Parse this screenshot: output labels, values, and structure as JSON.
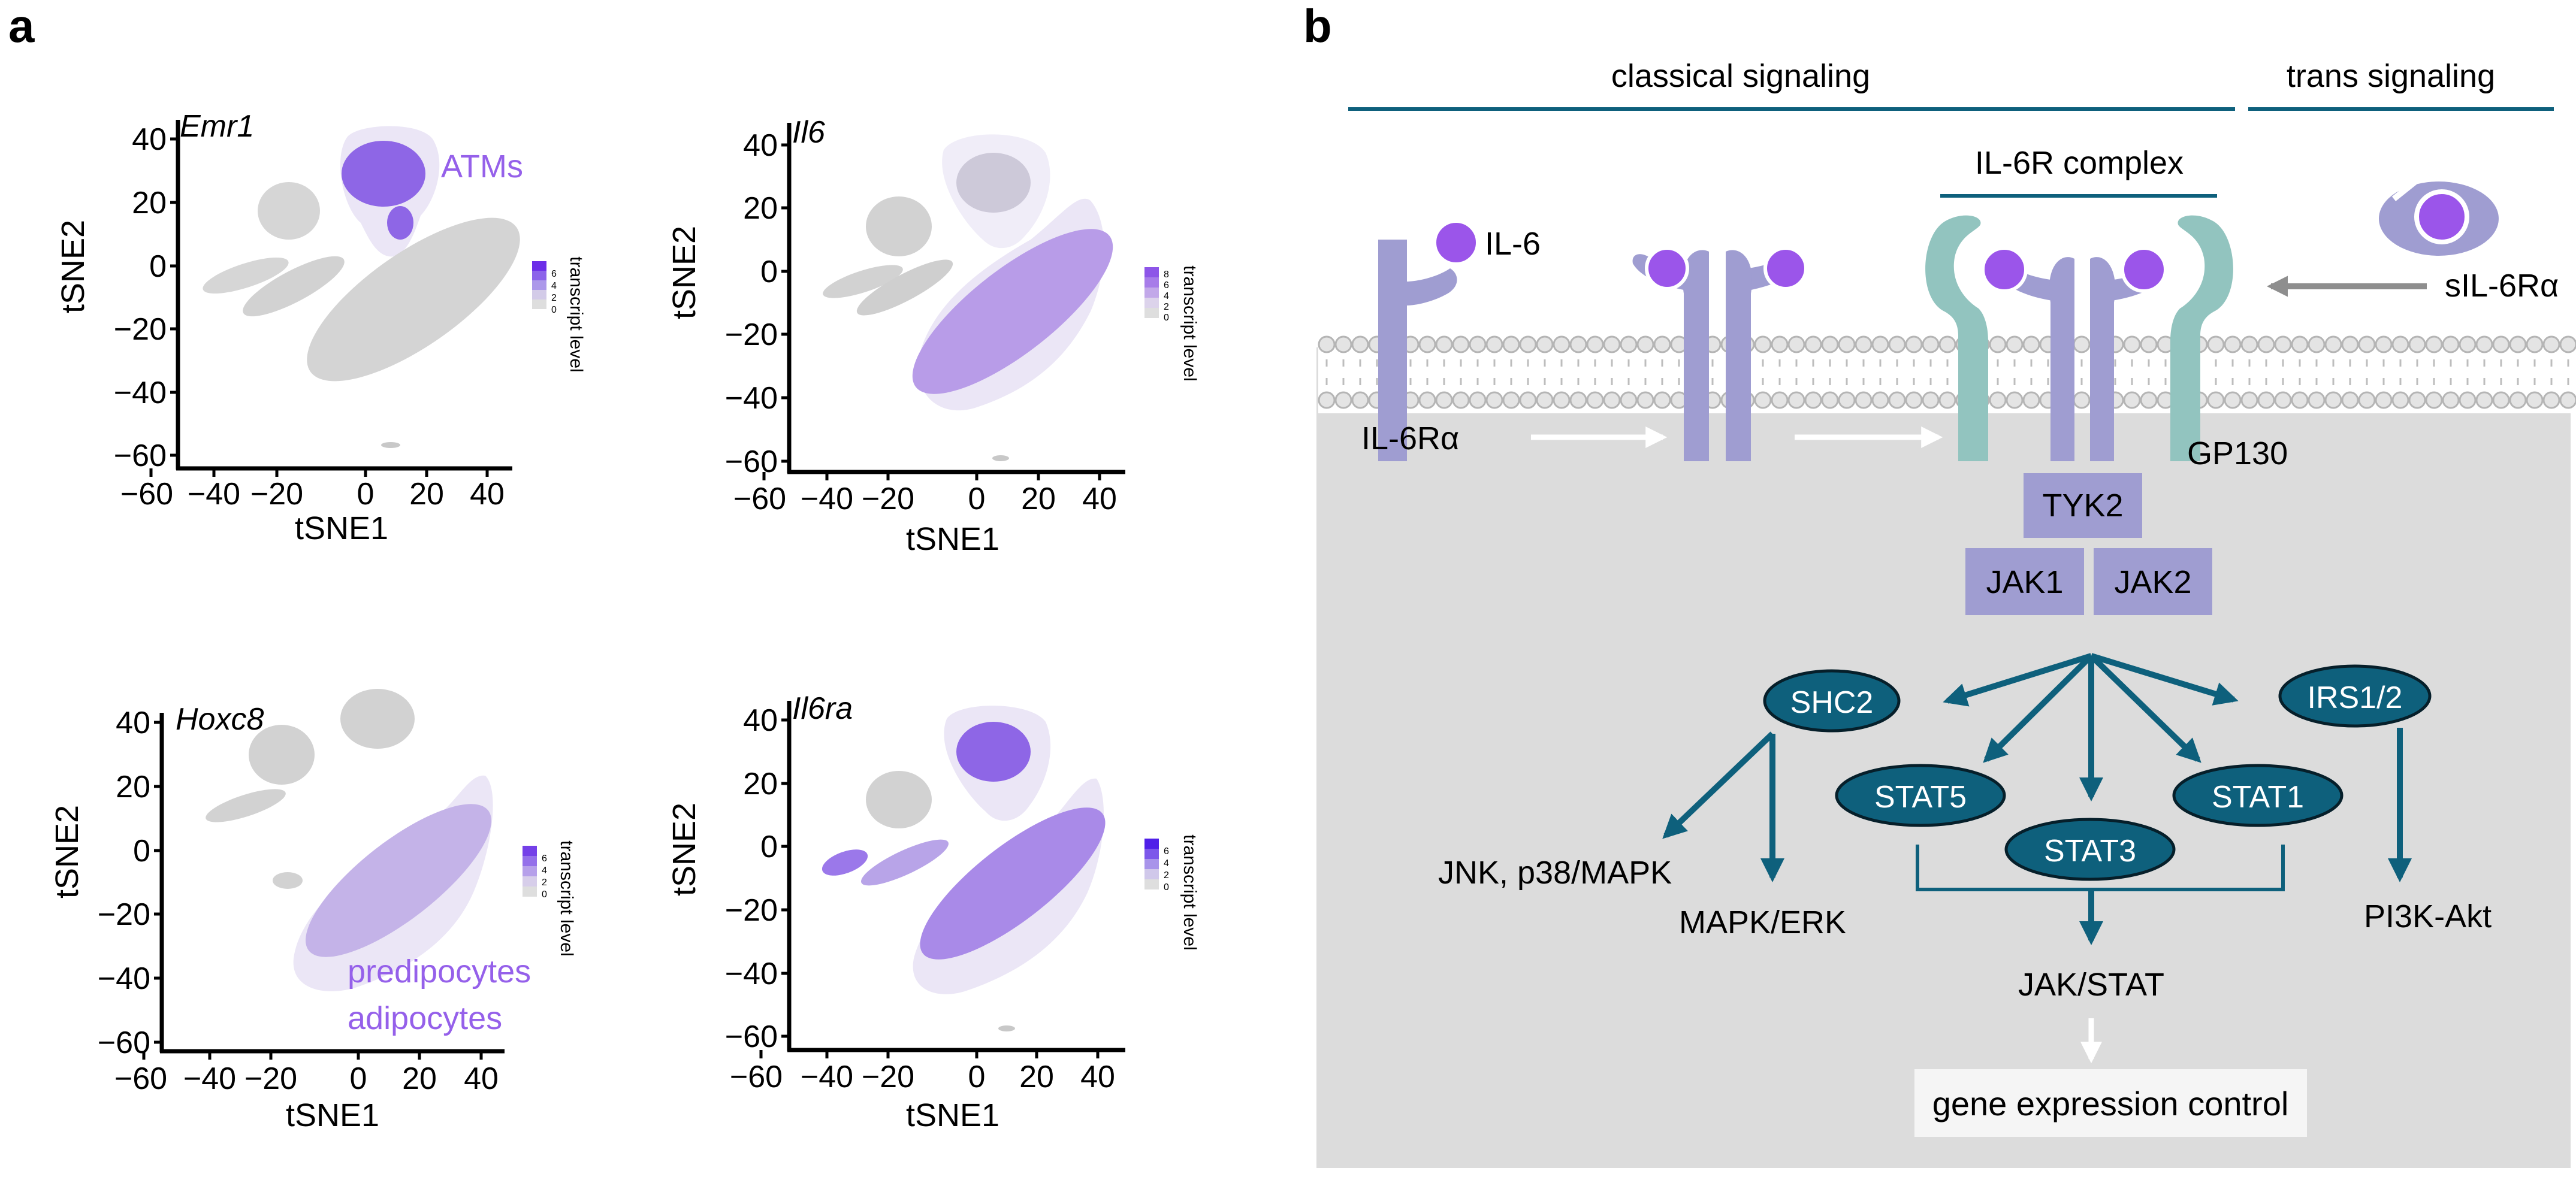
{
  "panel_a": {
    "label": "a",
    "axis_x_label": "tSNE1",
    "axis_y_label": "tSNE2",
    "x_ticks": [
      "−60",
      "−40",
      "−20",
      "0",
      "20",
      "40"
    ],
    "y_ticks": [
      "40",
      "20",
      "0",
      "−20",
      "−40",
      "−60"
    ],
    "legend_title": "transcript level",
    "plots": [
      {
        "gene": "Emr1",
        "highlight": "ATMs",
        "legend_ticks": [
          "6",
          "4",
          "2",
          "0"
        ],
        "colorbar": [
          "#6c2ee8",
          "#8c63ea",
          "#ac98ea",
          "#d3cbe8",
          "#dedede"
        ]
      },
      {
        "gene": "Il6",
        "highlight": "",
        "legend_ticks": [
          "8",
          "6",
          "4",
          "2",
          "0"
        ],
        "colorbar": [
          "#8d55e8",
          "#a77ce9",
          "#c2a8e9",
          "#dcd3eb",
          "#dedede"
        ]
      },
      {
        "gene": "Hoxc8",
        "highlight_1": "predipocytes",
        "highlight_2": "adipocytes",
        "legend_ticks": [
          "6",
          "4",
          "2",
          "0"
        ],
        "colorbar": [
          "#7440e8",
          "#9470ea",
          "#b6a0ea",
          "#d7ceea",
          "#dedede"
        ]
      },
      {
        "gene": "Il6ra",
        "highlight": "",
        "legend_ticks": [
          "6",
          "4",
          "2",
          "0"
        ],
        "colorbar": [
          "#4f1fe8",
          "#7c57ea",
          "#a894ea",
          "#d0c8ea",
          "#dedede"
        ]
      }
    ]
  },
  "panel_b": {
    "label": "b",
    "classical_signaling": "classical signaling",
    "trans_signaling": "trans signaling",
    "il6r_complex": "IL-6R complex",
    "il6": "IL-6",
    "il6ra": "IL-6Rα",
    "sil6ra": "sIL-6Rα",
    "gp130": "GP130",
    "tyk2": "TYK2",
    "jak1": "JAK1",
    "jak2": "JAK2",
    "shc2": "SHC2",
    "irs12": "IRS1/2",
    "stat5": "STAT5",
    "stat1": "STAT1",
    "stat3": "STAT3",
    "jnk": "JNK, p38/MAPK",
    "mapk_erk": "MAPK/ERK",
    "jak_stat": "JAK/STAT",
    "pi3k": "PI3K-Akt",
    "gene_expression": "gene expression control"
  },
  "colors": {
    "membrane_fill": "#dcdcdc",
    "receptor": "#9f9dd1",
    "gp130": "#92c4bf",
    "ligand": "#9b55ea",
    "pathway": "#0e607c",
    "highlight_region": "#ebe6f6",
    "highlight_text": "#9560ea"
  }
}
